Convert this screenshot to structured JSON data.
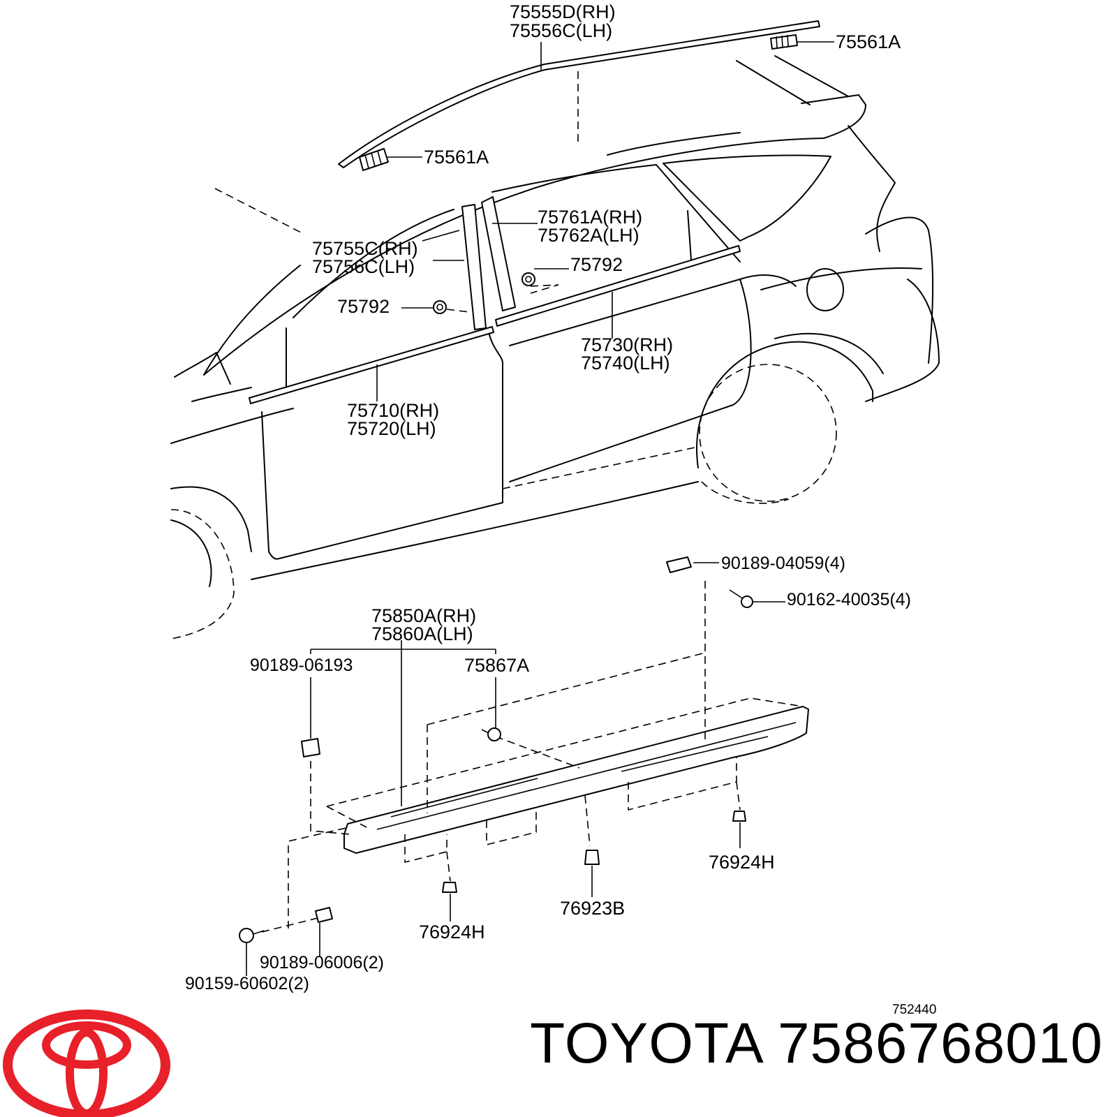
{
  "labels": {
    "roof_molding_rh": "75555D(RH)",
    "roof_molding_lh": "75556C(LH)",
    "roof_clip_rear": "75561A",
    "roof_clip_front": "75561A",
    "pillar_front_rh": "75755C(RH)",
    "pillar_front_lh": "75756C(LH)",
    "pillar_rear_rh": "75761A(RH)",
    "pillar_rear_lh": "75762A(LH)",
    "clip_75792_rear": "75792",
    "clip_75792_front": "75792",
    "rear_belt_rh": "75730(RH)",
    "rear_belt_lh": "75740(LH)",
    "front_belt_rh": "75710(RH)",
    "front_belt_lh": "75720(LH)",
    "clip_top": "90189-04059(4)",
    "screw_top": "90162-40035(4)",
    "rocker_rh": "75850A(RH)",
    "rocker_lh": "75860A(LH)",
    "clip_left": "90189-06193",
    "clip_75867a": "75867A",
    "clip_76924h_right": "76924H",
    "clip_76923b": "76923B",
    "clip_76924h_mid": "76924H",
    "clip_90189_06006": "90189-06006(2)",
    "screw_90159": "90159-60602(2)",
    "diagram_ref": "752440"
  },
  "brand": {
    "name": "TOYOTA",
    "part_number": "7586768010",
    "logo_color": "#e8202a"
  }
}
